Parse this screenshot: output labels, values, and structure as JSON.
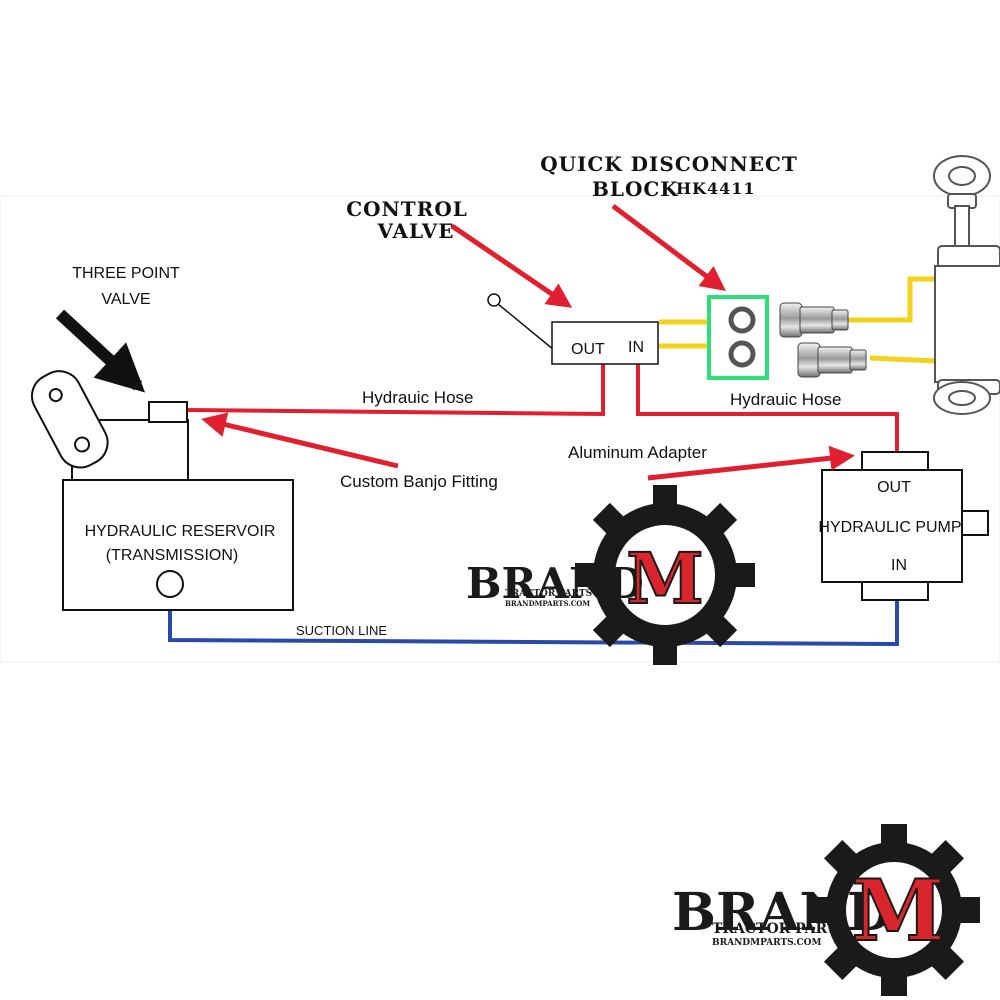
{
  "labels": {
    "three_point_valve": [
      "THREE POINT",
      "VALVE"
    ],
    "control_valve": [
      "CONTROL",
      "VALVE"
    ],
    "qd_block_line1": "QUICK DISCONNECT",
    "qd_block_line2": "BLOCK",
    "qd_block_part": "HK4411",
    "valve_out": "OUT",
    "valve_in": "IN",
    "hose_left": "Hydrauic Hose",
    "hose_right": "Hydrauic Hose",
    "banjo": "Custom Banjo Fitting",
    "adapter": "Aluminum Adapter",
    "reservoir": [
      "HYDRAULIC RESERVOIR",
      "(TRANSMISSION)"
    ],
    "pump_out": "OUT",
    "pump_name": "HYDRAULIC PUMP",
    "pump_in": "IN",
    "suction": "SUCTION LINE"
  },
  "logo": {
    "word": "BRAND",
    "letter": "M",
    "sub": "TRACTOR PARTS",
    "url": "BRANDMPARTS.COM"
  },
  "colors": {
    "pressure_line": "#e02030",
    "suction_line": "#2a4aa8",
    "cylinder_line": "#f2d21a",
    "qd_block_outline": "#2ee07a",
    "arrow_red": "#e02030",
    "arrow_black": "#111111",
    "logo_red": "#d8262c",
    "logo_gear": "#1a1a1a"
  }
}
